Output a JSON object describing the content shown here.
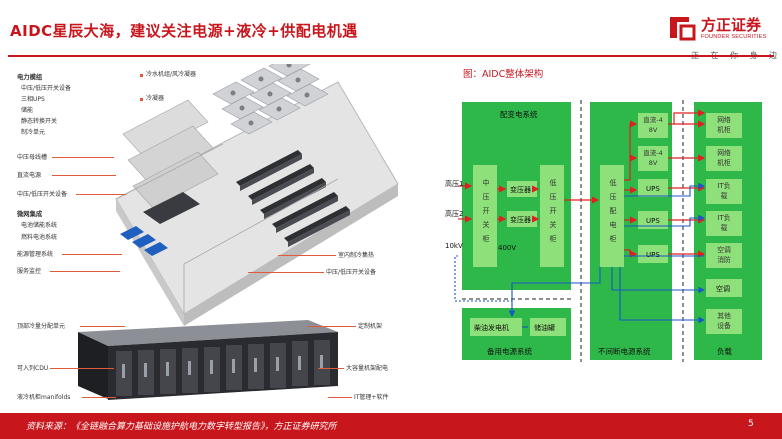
{
  "header": {
    "title": "AIDC星辰大海，建议关注电源+液冷+供配电机遇",
    "logo": {
      "name": "方正证券",
      "english": "FOUNDER SECURITIES",
      "slogan": [
        "正",
        "在",
        "你",
        "身",
        "边"
      ]
    }
  },
  "left_panel": {
    "labels_left": [
      {
        "text": "电力模组",
        "bold": true
      },
      {
        "text": "中压/低压开关设备",
        "bold": false
      },
      {
        "text": "三相UPS",
        "bold": false
      },
      {
        "text": "储能",
        "bold": false
      },
      {
        "text": "静态转换开关",
        "bold": false
      },
      {
        "text": "制冷单元",
        "bold": false
      },
      {
        "text": "中压母线槽",
        "bold": false
      },
      {
        "text": "直流电源",
        "bold": false
      },
      {
        "text": "中压/低压开关设备",
        "bold": false
      },
      {
        "text": "微网集成",
        "bold": true
      },
      {
        "text": "电池储能系统",
        "bold": false
      },
      {
        "text": "燃料电池系统",
        "bold": false
      },
      {
        "text": "能源管理系统",
        "bold": false
      },
      {
        "text": "服务监控",
        "bold": false
      }
    ],
    "labels_top": [
      {
        "text": "冷水机组/风冷凝器"
      },
      {
        "text": "冷凝器"
      }
    ],
    "labels_right": [
      {
        "text": "室内制冷集热"
      },
      {
        "text": "中压/低压开关设备"
      }
    ],
    "rack_labels_left": [
      {
        "text": "顶部冷量分配单元"
      },
      {
        "text": "可入列CDU"
      },
      {
        "text": "液冷机柜manifolds"
      }
    ],
    "rack_labels_right": [
      {
        "text": "定制机架"
      },
      {
        "text": "大容量机架配电"
      },
      {
        "text": "IT管理+软件"
      }
    ]
  },
  "figure": {
    "caption": "图：AIDC整体架构",
    "inputs": {
      "hv1": "高压1",
      "hv2": "高压2",
      "v10k": "10kV",
      "v400": "400V"
    },
    "sections": {
      "distribution": "配变电系统",
      "backup": "备用电源系统",
      "ups_system": "不间断电源系统",
      "load": "负载"
    },
    "boxes": {
      "mv_switch": "中压开关柜",
      "transformer1": "变压器",
      "transformer2": "变压器",
      "lv_switch": "低压开关柜",
      "lv_dist": "低压配电柜",
      "genset": "柴油发电机",
      "oil_tank": "储油罐",
      "dc1": "直流-48V",
      "dc2": "直流-48V",
      "ups1": "UPS",
      "ups2": "UPS",
      "ups3": "UPS",
      "net1": "网络机柜",
      "net2": "网络机柜",
      "it1": "IT负载",
      "it2": "IT负载",
      "hvac": "空调消防",
      "ac": "空调",
      "other": "其他设备"
    },
    "colors": {
      "green_bg": "#2fb84a",
      "box_bg": "#8ee07a",
      "red_arrow": "#e02020",
      "blue_line": "#1a56c8"
    }
  },
  "footer": {
    "source": "资料来源：《全链融合算力基础设施护航电力数字转型报告》，方正证券研究所",
    "page": "5"
  }
}
